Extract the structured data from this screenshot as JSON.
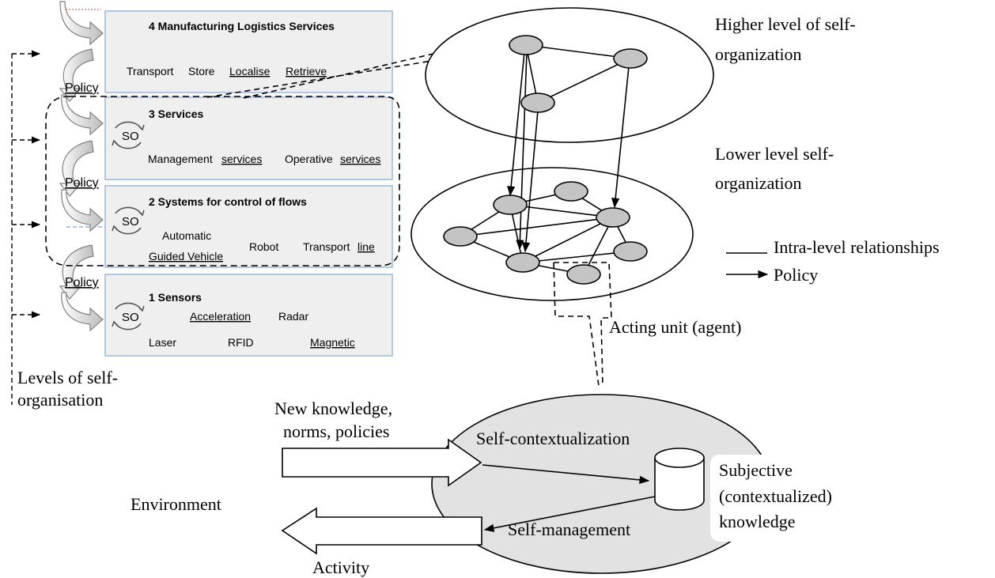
{
  "levels": {
    "level4": {
      "title": "4  Manufacturing Logistics Services",
      "items": [
        "Transport",
        "Store",
        "Localise",
        "Retrieve"
      ]
    },
    "level3": {
      "title": "3  Services",
      "items": [
        "Management",
        "services",
        "Operative",
        "services"
      ]
    },
    "level2": {
      "title": "2  Systems for control of flows",
      "items": [
        "Automatic",
        "Guided Vehicle",
        "Robot",
        "Transport",
        "line"
      ]
    },
    "level1": {
      "title": "1  Sensors",
      "items": [
        "Acceleration",
        "Radar",
        "Laser",
        "RFID",
        "Magnetic"
      ]
    },
    "so_label": "SO",
    "policy_label": "Policy",
    "axis_label_lines": [
      "Levels of self-",
      "organisation"
    ]
  },
  "network": {
    "higher_label_lines": [
      "Higher level of self-",
      "organization"
    ],
    "lower_label_lines": [
      "Lower level self-",
      "organization"
    ],
    "legend": {
      "intra": "Intra-level relationships",
      "policy": "Policy"
    },
    "agent_label": "Acting unit (agent)"
  },
  "agent": {
    "input_label_lines": [
      "New knowledge,",
      "norms, policies"
    ],
    "self_contextualization": "Self-contextualization",
    "self_management": "Self-management",
    "knowledge_lines": [
      "Subjective",
      "(contextualized)",
      "knowledge"
    ],
    "environment": "Environment",
    "activity": "Activity"
  },
  "colors": {
    "box_fill": "#efefef",
    "box_stroke": "#9cb8dc",
    "node_fill": "#c4c4c4",
    "agent_fill": "#e2e2e2",
    "arrow_gray": "#d8d8d8"
  }
}
